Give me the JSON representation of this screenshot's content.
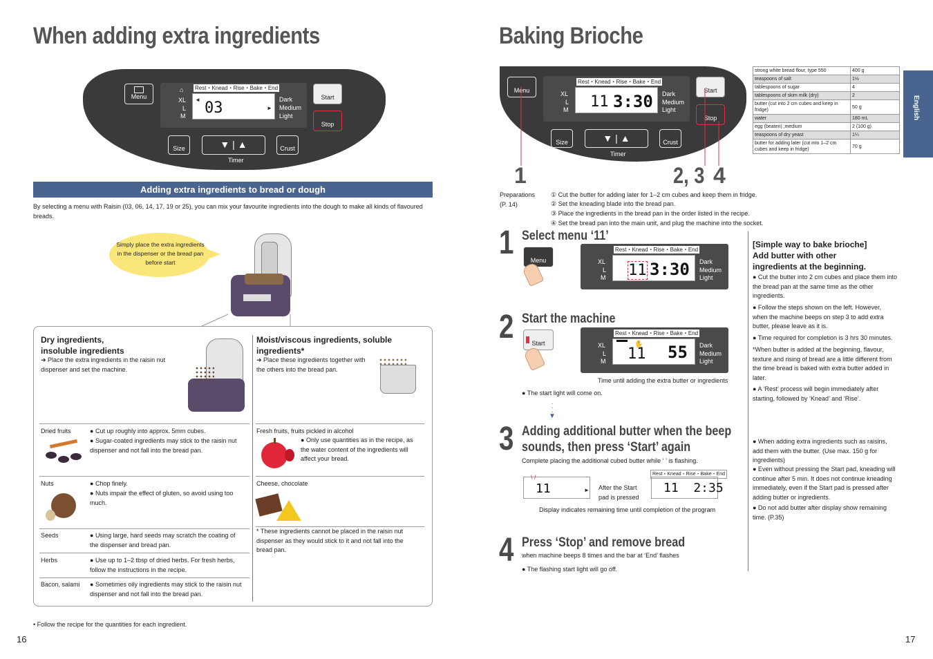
{
  "left": {
    "title": "When adding extra ingredients",
    "panel": {
      "menu_label": "Menu",
      "stages": "Rest・Knead・Rise・Bake・End",
      "sizes": [
        "XL",
        "L",
        "M"
      ],
      "crust_levels": [
        "Dark",
        "Medium",
        "Light"
      ],
      "display_value": "03",
      "start_label": "Start",
      "stop_label": "Stop",
      "size_label": "Size",
      "crust_label": "Crust",
      "timer_label": "Timer"
    },
    "section_title": "Adding extra ingredients to bread or dough",
    "intro": "By selecting a menu with Raisin (03, 06, 14, 17, 19 or 25), you can mix your favourite ingredients into the dough to make all kinds of flavoured breads.",
    "bubble": "Simply place the extra ingredients in the dispenser or the bread pan before start",
    "dry_title": "Dry ingredients,\ninsoluble ingredients",
    "dry_text": "➜ Place the extra ingredients in the raisin nut dispenser and set the machine.",
    "moist_title": "Moist/viscous ingredients, soluble ingredients*",
    "moist_text": "➜ Place these ingredients together with the others into the bread pan.",
    "dry_rows": [
      {
        "name": "Dried fruits",
        "notes": [
          "Cut up roughly into approx. 5mm cubes.",
          "Sugar-coated ingredients may stick to the raisin nut dispenser and not fall into the bread pan."
        ]
      },
      {
        "name": "Nuts",
        "notes": [
          "Chop finely.",
          "Nuts impair the effect of gluten, so avoid using too much."
        ]
      },
      {
        "name": "Seeds",
        "notes": [
          "Using large, hard seeds may scratch the coating of the dispenser and bread pan."
        ]
      },
      {
        "name": "Herbs",
        "notes": [
          "Use up to 1–2 tbsp of dried herbs. For fresh herbs, follow the instructions in the recipe."
        ]
      },
      {
        "name": "Bacon, salami",
        "notes": [
          "Sometimes oily ingredients may stick to the raisin nut dispenser and not fall into the bread pan."
        ]
      }
    ],
    "moist_rows": [
      {
        "name": "Fresh fruits, fruits pickled in alcohol",
        "notes": [
          "Only use quantities as in the recipe, as the water content of the ingredients will affect your bread."
        ]
      },
      {
        "name": "Cheese, chocolate",
        "notes": []
      }
    ],
    "footnote_star": "* These ingredients cannot be placed in the raisin nut dispenser as they would stick to it and not fall into the bread pan.",
    "footnote": "• Follow the recipe for the quantities for each ingredient.",
    "page_number": "16"
  },
  "right": {
    "title": "Baking Brioche",
    "panel": {
      "menu_label": "Menu",
      "stages": "Rest・Knead・Rise・Bake・End",
      "sizes": [
        "XL",
        "L",
        "M"
      ],
      "crust_levels": [
        "Dark",
        "Medium",
        "Light"
      ],
      "menu_value": "11",
      "time_value": "3:30",
      "start_label": "Start",
      "stop_label": "Stop",
      "size_label": "Size",
      "crust_label": "Crust",
      "timer_label": "Timer"
    },
    "callout_1": "1",
    "callout_23": "2, 3",
    "callout_4": "4",
    "recipe": [
      {
        "item": "strong white bread flour, type 550",
        "qty": "400 g"
      },
      {
        "item": "teaspoons of salt",
        "qty": "1½"
      },
      {
        "item": "tablespoons of sugar",
        "qty": "4"
      },
      {
        "item": "tablespoons of skim milk (dry)",
        "qty": "2"
      },
      {
        "item": "butter (cut into 2 cm cubes and keep in fridge)",
        "qty": "50 g"
      },
      {
        "item": "water",
        "qty": "180 mL"
      },
      {
        "item": "egg (beaten) ;medium",
        "qty": "2 (100 g)"
      },
      {
        "item": "teaspoons of dry yeast",
        "qty": "1¼"
      },
      {
        "item": "butter for adding later (cut into 1–2 cm cubes and keep in fridge)",
        "qty": "70 g"
      }
    ],
    "language_tab": "English",
    "preparations_label": "Preparations\n(P. 14)",
    "preparations": [
      "① Cut the butter for adding later for 1–2 cm cubes and keep them in fridge.",
      "② Set the kneading blade into the bread pan.",
      "③ Place the ingredients in the bread pan in the order listed in the recipe.",
      "④ Set the bread pan into the main unit, and plug the machine into the socket."
    ],
    "step1": {
      "num": "1",
      "title": "Select menu ‘11’",
      "display_menu": "11",
      "display_time": "3:30"
    },
    "step2": {
      "num": "2",
      "title": "Start the machine",
      "display_menu": "11",
      "display_time": "55",
      "caption": "Time until adding the extra butter or ingredients",
      "note": "● The start light will come on."
    },
    "step3": {
      "num": "3",
      "title_line1": "Adding additional butter when the beep",
      "title_line2": "sounds, then press ‘Start’ again",
      "desc": "Complete placing the additional cubed butter while ‘ ’ is flashing.",
      "display_before": "11",
      "after_label": "After the Start\npad is pressed",
      "display_after": "11  2:35",
      "caption": "Display indicates remaining time until completion of the program"
    },
    "step4": {
      "num": "4",
      "title": "Press ‘Stop’ and remove bread",
      "desc": "when machine beeps 8 times and the bar at ‘End’ flashes",
      "note": "● The flashing start light will go off."
    },
    "side_title": "[Simple way to bake brioche]\nAdd butter with other\ningredients at the beginning.",
    "side_bullets": [
      "● Cut the butter into 2 cm cubes and place them into the bread pan at the same time as the other ingredients.",
      "● Follow the steps shown on the left. However, when the machine beeps on step 3 to add extra butter, please leave as it is.",
      "● Time required for completion is 3 hrs 30 minutes."
    ],
    "side_note": "*When butter is added at the beginning, flavour, texture and rising of bread are a little different from the time bread is baked with extra butter added in later.",
    "side_rest": "● A ‘Rest’ process will begin immediately after starting, followed by ‘Knead’ and ‘Rise’.",
    "side_bullets2": [
      "● When adding extra ingredients such as raisins, add them with the butter. (Use max. 150 g for ingredients)",
      "● Even without pressing the Start pad, kneading will continue after 5 min. It does not continue kneading immediately, even if the Start pad is pressed after adding butter or ingredients.",
      "● Do not add butter after display show remaining time. (P.35)"
    ],
    "page_number": "17"
  },
  "colors": {
    "accent": "#48648f",
    "panel": "#3a3a3c",
    "bubble": "#fbe67a",
    "red": "#e03040"
  }
}
